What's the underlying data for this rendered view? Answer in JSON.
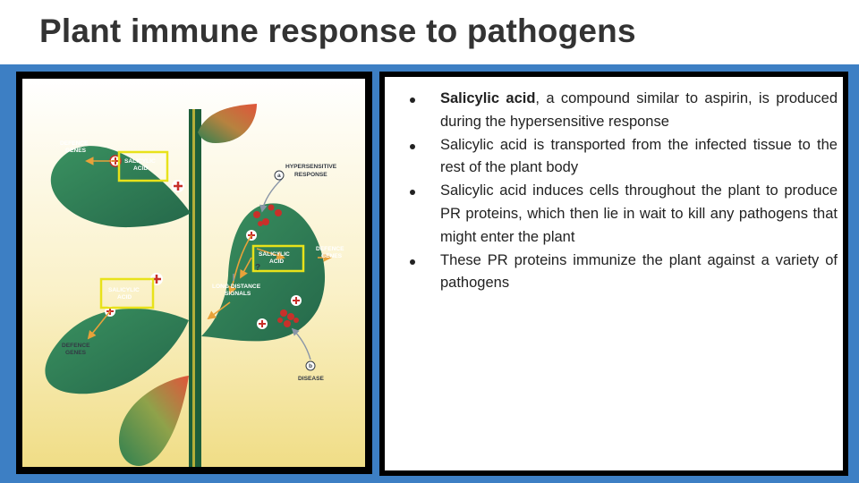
{
  "slide": {
    "title": "Plant immune response to pathogens"
  },
  "diagram": {
    "labels": {
      "defence_genes_top": [
        "DEFENCE",
        "GENES"
      ],
      "salicylic_acid_top": [
        "SALICYLIC",
        "ACID"
      ],
      "hypersensitive_response": [
        "HYPERSENSITIVE",
        "RESPONSE"
      ],
      "hr_marker": "a",
      "defence_genes_right": [
        "DEFENCE",
        "GENES"
      ],
      "salicylic_acid_right": [
        "SALICYLIC",
        "ACID"
      ],
      "long_distance_signals": [
        "LONG DISTANCE",
        "SIGNALS"
      ],
      "salicylic_acid_left": [
        "SALICYLIC",
        "ACID"
      ],
      "defence_genes_bottom": [
        "DEFENCE",
        "GENES"
      ],
      "disease_marker": "b",
      "disease": "DISEASE",
      "unknown_signal": "?"
    },
    "colors": {
      "leaf_green": "#2e7d4f",
      "infected_red": "#d9533a",
      "highlight_yellow": "#e8e21a",
      "background_top": "#ffffff",
      "background_bottom": "#f0dd86"
    }
  },
  "bullets": [
    {
      "lead": "Salicylic acid",
      "text": ", a compound similar to aspirin, is produced during the hypersensitive response"
    },
    {
      "lead": "",
      "text": "Salicylic acid is transported from the infected tissue to the rest of the plant body"
    },
    {
      "lead": "",
      "text": "Salicylic acid induces cells throughout the plant to produce PR proteins, which then lie in wait to kill any pathogens that might enter the plant"
    },
    {
      "lead": "",
      "text": "These PR proteins immunize the plant against a variety of pathogens"
    }
  ]
}
